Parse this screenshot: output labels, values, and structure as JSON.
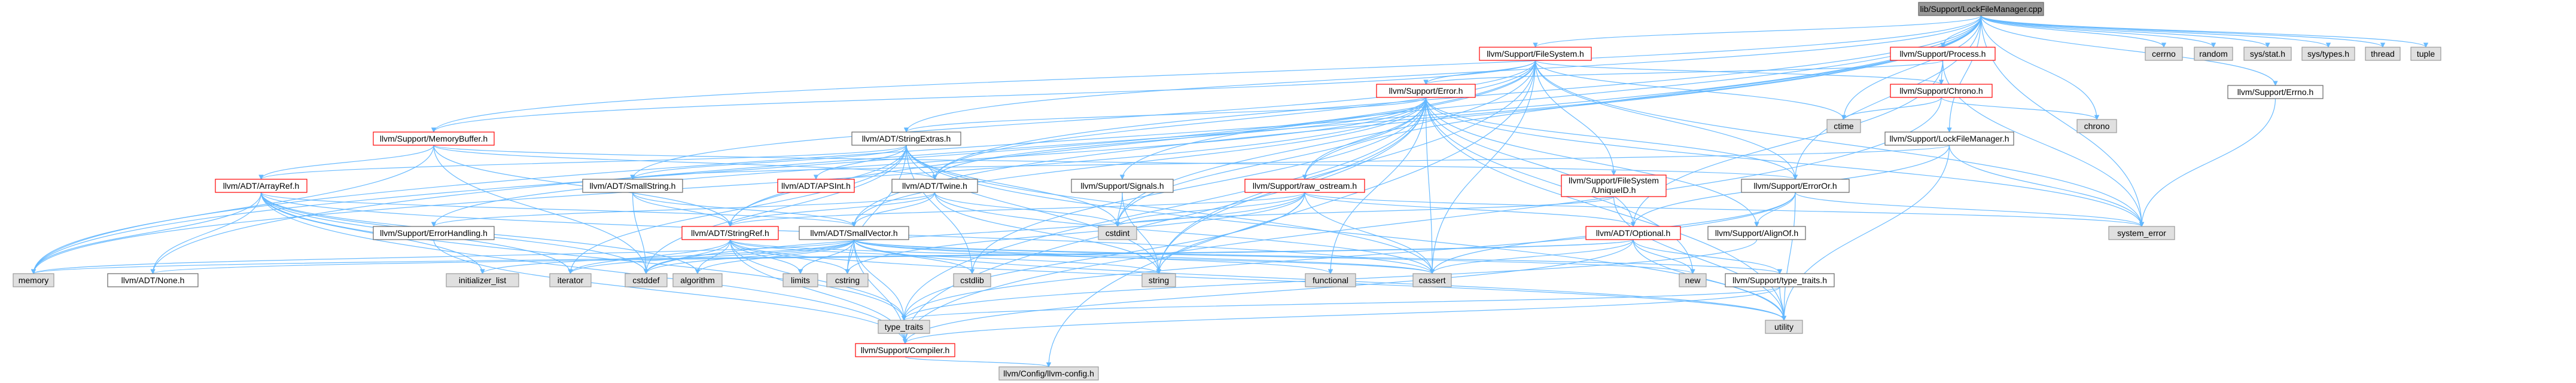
{
  "graph": {
    "nodes": [
      {
        "id": "root",
        "label": "lib/Support/LockFileManager.cpp",
        "kind": "root"
      },
      {
        "id": "fs",
        "label": "llvm/Support/FileSystem.h",
        "kind": "header-red"
      },
      {
        "id": "process",
        "label": "llvm/Support/Process.h",
        "kind": "header-red"
      },
      {
        "id": "errno",
        "label": "llvm/Support/Errno.h",
        "kind": "header"
      },
      {
        "id": "error",
        "label": "llvm/Support/Error.h",
        "kind": "header-red"
      },
      {
        "id": "chrono_h",
        "label": "llvm/Support/Chrono.h",
        "kind": "header-red"
      },
      {
        "id": "membuf",
        "label": "llvm/Support/MemoryBuffer.h",
        "kind": "header-red"
      },
      {
        "id": "strext",
        "label": "llvm/ADT/StringExtras.h",
        "kind": "header"
      },
      {
        "id": "lfm",
        "label": "llvm/Support/LockFileManager.h",
        "kind": "header"
      },
      {
        "id": "arrayref",
        "label": "llvm/ADT/ArrayRef.h",
        "kind": "header-red"
      },
      {
        "id": "smallstr",
        "label": "llvm/ADT/SmallString.h",
        "kind": "header"
      },
      {
        "id": "apsint",
        "label": "llvm/ADT/APSInt.h",
        "kind": "header-red"
      },
      {
        "id": "twine",
        "label": "llvm/ADT/Twine.h",
        "kind": "header"
      },
      {
        "id": "signals",
        "label": "llvm/Support/Signals.h",
        "kind": "header"
      },
      {
        "id": "rawos",
        "label": "llvm/Support/raw_ostream.h",
        "kind": "header-red"
      },
      {
        "id": "uniqueid",
        "label": "llvm/Support/FileSystem\n/UniqueID.h",
        "kind": "header-red"
      },
      {
        "id": "erroror",
        "label": "llvm/Support/ErrorOr.h",
        "kind": "header"
      },
      {
        "id": "errhandling",
        "label": "llvm/Support/ErrorHandling.h",
        "kind": "header"
      },
      {
        "id": "stringref",
        "label": "llvm/ADT/StringRef.h",
        "kind": "header-red"
      },
      {
        "id": "smallvec",
        "label": "llvm/ADT/SmallVector.h",
        "kind": "header"
      },
      {
        "id": "optional",
        "label": "llvm/ADT/Optional.h",
        "kind": "header-red"
      },
      {
        "id": "alignof",
        "label": "llvm/Support/AlignOf.h",
        "kind": "header"
      },
      {
        "id": "none",
        "label": "llvm/ADT/None.h",
        "kind": "header"
      },
      {
        "id": "typetraits",
        "label": "llvm/Support/type_traits.h",
        "kind": "header"
      },
      {
        "id": "compiler",
        "label": "llvm/Support/Compiler.h",
        "kind": "header-red"
      },
      {
        "id": "llvmconfig",
        "label": "llvm/Config/llvm-config.h",
        "kind": "sys"
      },
      {
        "id": "cerrno",
        "label": "cerrno",
        "kind": "sys"
      },
      {
        "id": "random",
        "label": "random",
        "kind": "sys"
      },
      {
        "id": "sysstat",
        "label": "sys/stat.h",
        "kind": "sys"
      },
      {
        "id": "systypes",
        "label": "sys/types.h",
        "kind": "sys"
      },
      {
        "id": "thread",
        "label": "thread",
        "kind": "sys"
      },
      {
        "id": "tuple",
        "label": "tuple",
        "kind": "sys"
      },
      {
        "id": "ctime",
        "label": "ctime",
        "kind": "sys"
      },
      {
        "id": "chrono",
        "label": "chrono",
        "kind": "sys"
      },
      {
        "id": "syserror",
        "label": "system_error",
        "kind": "sys"
      },
      {
        "id": "cstdint",
        "label": "cstdint",
        "kind": "sys"
      },
      {
        "id": "memory",
        "label": "memory",
        "kind": "sys"
      },
      {
        "id": "initlist",
        "label": "initializer_list",
        "kind": "sys"
      },
      {
        "id": "iterator",
        "label": "iterator",
        "kind": "sys"
      },
      {
        "id": "cstddef",
        "label": "cstddef",
        "kind": "sys"
      },
      {
        "id": "algorithm",
        "label": "algorithm",
        "kind": "sys"
      },
      {
        "id": "limits",
        "label": "limits",
        "kind": "sys"
      },
      {
        "id": "cstring",
        "label": "cstring",
        "kind": "sys"
      },
      {
        "id": "cstdlib",
        "label": "cstdlib",
        "kind": "sys"
      },
      {
        "id": "string",
        "label": "string",
        "kind": "sys"
      },
      {
        "id": "functional",
        "label": "functional",
        "kind": "sys"
      },
      {
        "id": "cassert",
        "label": "cassert",
        "kind": "sys"
      },
      {
        "id": "new",
        "label": "new",
        "kind": "sys"
      },
      {
        "id": "utility",
        "label": "utility",
        "kind": "sys"
      },
      {
        "id": "type_traits",
        "label": "type_traits",
        "kind": "sys"
      }
    ],
    "edges": [
      [
        "root",
        "fs"
      ],
      [
        "root",
        "process"
      ],
      [
        "root",
        "errno"
      ],
      [
        "root",
        "cerrno"
      ],
      [
        "root",
        "random"
      ],
      [
        "root",
        "sysstat"
      ],
      [
        "root",
        "systypes"
      ],
      [
        "root",
        "thread"
      ],
      [
        "root",
        "tuple"
      ],
      [
        "root",
        "ctime"
      ],
      [
        "root",
        "membuf"
      ],
      [
        "root",
        "strext"
      ],
      [
        "root",
        "lfm"
      ],
      [
        "root",
        "signals"
      ],
      [
        "root",
        "memory"
      ],
      [
        "root",
        "none"
      ],
      [
        "root",
        "erroror"
      ],
      [
        "root",
        "syserror"
      ],
      [
        "root",
        "rawos"
      ],
      [
        "root",
        "chrono"
      ],
      [
        "root",
        "smallvec"
      ],
      [
        "root",
        "twine"
      ],
      [
        "fs",
        "error"
      ],
      [
        "fs",
        "chrono_h"
      ],
      [
        "fs",
        "uniqueid"
      ],
      [
        "fs",
        "erroror"
      ],
      [
        "fs",
        "memory"
      ],
      [
        "fs",
        "smallstr"
      ],
      [
        "fs",
        "twine"
      ],
      [
        "fs",
        "stringref"
      ],
      [
        "fs",
        "ctime"
      ],
      [
        "fs",
        "cassert"
      ],
      [
        "fs",
        "cstdint"
      ],
      [
        "fs",
        "string"
      ],
      [
        "fs",
        "syserror"
      ],
      [
        "fs",
        "llvmconfig"
      ],
      [
        "fs",
        "membuf"
      ],
      [
        "process",
        "chrono_h"
      ],
      [
        "process",
        "error"
      ],
      [
        "process",
        "syserror"
      ],
      [
        "process",
        "optional"
      ],
      [
        "errno",
        "syserror"
      ],
      [
        "chrono_h",
        "compiler"
      ],
      [
        "chrono_h",
        "chrono"
      ],
      [
        "chrono_h",
        "ctime"
      ],
      [
        "error",
        "strext"
      ],
      [
        "error",
        "twine"
      ],
      [
        "error",
        "rawos"
      ],
      [
        "error",
        "erroror"
      ],
      [
        "error",
        "errhandling"
      ],
      [
        "error",
        "alignof"
      ],
      [
        "error",
        "compiler"
      ],
      [
        "error",
        "optional"
      ],
      [
        "error",
        "smallvec"
      ],
      [
        "error",
        "cassert"
      ],
      [
        "error",
        "cstdint"
      ],
      [
        "error",
        "cstdlib"
      ],
      [
        "error",
        "functional"
      ],
      [
        "error",
        "memory"
      ],
      [
        "error",
        "new"
      ],
      [
        "error",
        "string"
      ],
      [
        "error",
        "syserror"
      ],
      [
        "error",
        "type_traits"
      ],
      [
        "error",
        "utility"
      ],
      [
        "membuf",
        "arrayref"
      ],
      [
        "membuf",
        "stringref"
      ],
      [
        "membuf",
        "twine"
      ],
      [
        "membuf",
        "erroror"
      ],
      [
        "membuf",
        "cstddef"
      ],
      [
        "membuf",
        "memory"
      ],
      [
        "strext",
        "arrayref"
      ],
      [
        "strext",
        "apsint"
      ],
      [
        "strext",
        "smallstr"
      ],
      [
        "strext",
        "stringref"
      ],
      [
        "strext",
        "twine"
      ],
      [
        "strext",
        "cassert"
      ],
      [
        "strext",
        "cstddef"
      ],
      [
        "strext",
        "cstdint"
      ],
      [
        "strext",
        "cstdlib"
      ],
      [
        "strext",
        "cstring"
      ],
      [
        "strext",
        "iterator"
      ],
      [
        "strext",
        "string"
      ],
      [
        "strext",
        "utility"
      ],
      [
        "lfm",
        "smallstr"
      ],
      [
        "lfm",
        "optional"
      ],
      [
        "lfm",
        "syserror"
      ],
      [
        "lfm",
        "utility"
      ],
      [
        "arrayref",
        "none"
      ],
      [
        "arrayref",
        "smallvec"
      ],
      [
        "arrayref",
        "compiler"
      ],
      [
        "arrayref",
        "algorithm"
      ],
      [
        "arrayref",
        "array_x"
      ],
      [
        "arrayref",
        "cassert"
      ],
      [
        "arrayref",
        "cstddef"
      ],
      [
        "arrayref",
        "initlist"
      ],
      [
        "arrayref",
        "iterator"
      ],
      [
        "arrayref",
        "memory"
      ],
      [
        "arrayref",
        "type_traits"
      ],
      [
        "arrayref",
        "vector_x"
      ],
      [
        "smallstr",
        "smallvec"
      ],
      [
        "smallstr",
        "stringref"
      ],
      [
        "smallstr",
        "cstddef"
      ],
      [
        "twine",
        "smallvec"
      ],
      [
        "twine",
        "stringref"
      ],
      [
        "twine",
        "errhandling"
      ],
      [
        "twine",
        "cassert"
      ],
      [
        "twine",
        "cstdint"
      ],
      [
        "twine",
        "string"
      ],
      [
        "signals",
        "cstdint"
      ],
      [
        "signals",
        "string"
      ],
      [
        "rawos",
        "stringref"
      ],
      [
        "rawos",
        "optional"
      ],
      [
        "rawos",
        "cassert"
      ],
      [
        "rawos",
        "cstddef"
      ],
      [
        "rawos",
        "cstdint"
      ],
      [
        "rawos",
        "cstring"
      ],
      [
        "rawos",
        "string"
      ],
      [
        "rawos",
        "type_traits"
      ],
      [
        "rawos",
        "syserror"
      ],
      [
        "uniqueid",
        "cstdint"
      ],
      [
        "uniqueid",
        "utility"
      ],
      [
        "erroror",
        "alignof"
      ],
      [
        "erroror",
        "cassert"
      ],
      [
        "erroror",
        "syserror"
      ],
      [
        "erroror",
        "type_traits"
      ],
      [
        "erroror",
        "utility"
      ],
      [
        "errhandling",
        "compiler"
      ],
      [
        "stringref",
        "compiler"
      ],
      [
        "stringref",
        "algorithm"
      ],
      [
        "stringref",
        "cassert"
      ],
      [
        "stringref",
        "cstddef"
      ],
      [
        "stringref",
        "cstring"
      ],
      [
        "stringref",
        "limits"
      ],
      [
        "stringref",
        "string"
      ],
      [
        "stringref",
        "type_traits"
      ],
      [
        "stringref",
        "utility"
      ],
      [
        "stringref",
        "iterator"
      ],
      [
        "smallvec",
        "compiler"
      ],
      [
        "smallvec",
        "type_traits"
      ],
      [
        "smallvec",
        "algorithm"
      ],
      [
        "smallvec",
        "cassert"
      ],
      [
        "smallvec",
        "cstddef"
      ],
      [
        "smallvec",
        "cstdlib"
      ],
      [
        "smallvec",
        "cstring"
      ],
      [
        "smallvec",
        "functional"
      ],
      [
        "smallvec",
        "initlist"
      ],
      [
        "smallvec",
        "iterator"
      ],
      [
        "smallvec",
        "limits"
      ],
      [
        "smallvec",
        "memory"
      ],
      [
        "smallvec",
        "new"
      ],
      [
        "smallvec",
        "typetraits"
      ],
      [
        "smallvec",
        "utility"
      ],
      [
        "optional",
        "none"
      ],
      [
        "optional",
        "compiler"
      ],
      [
        "optional",
        "typetraits"
      ],
      [
        "optional",
        "cassert"
      ],
      [
        "optional",
        "memory"
      ],
      [
        "optional",
        "new"
      ],
      [
        "optional",
        "utility"
      ],
      [
        "alignof",
        "type_traits"
      ],
      [
        "typetraits",
        "compiler"
      ],
      [
        "typetraits",
        "type_traits"
      ],
      [
        "typetraits",
        "utility"
      ],
      [
        "compiler",
        "llvmconfig"
      ]
    ]
  }
}
